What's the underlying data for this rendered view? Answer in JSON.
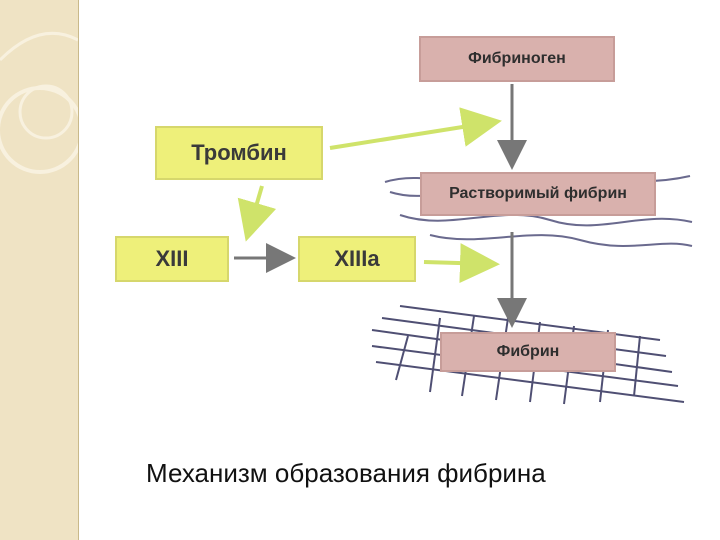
{
  "diagram": {
    "nodes": {
      "fibrinogen": "Фибриноген",
      "soluble_fibrin": "Растворимый фибрин",
      "fibrin": "Фибрин",
      "thrombin": "Тромбин",
      "f13": "XIII",
      "f13a": "XIIIa"
    },
    "caption": "Механизм образования фибрина"
  },
  "colors": {
    "yellow_box": "#eef07a",
    "pink_box": "#d9b1ad",
    "green_arrow": "#cfe36a",
    "gray_arrow": "#777777",
    "strand": "#6a6a8e",
    "mesh": "#4f4f73"
  }
}
